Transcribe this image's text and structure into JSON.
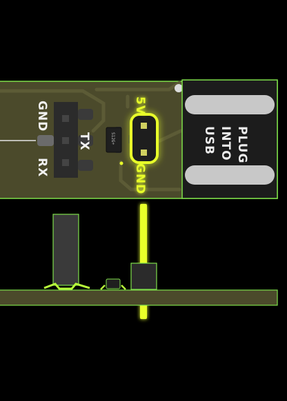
{
  "labels": {
    "gnd_left": "GND",
    "tx": "TX",
    "rx": "RX",
    "v5": "5V",
    "gnd_right": "GND",
    "chip": "S12G+",
    "usb_line1": "PLUG",
    "usb_line2": "INTO",
    "usb_line3": "USB"
  },
  "colors": {
    "pcb": "#4b4a2b",
    "pcb_outline": "#7fe04a",
    "highlight": "#e8ff2a",
    "pad": "#3a3a3a",
    "header_body": "#2b2b2b",
    "usb_pad": "#c8c8c8"
  }
}
